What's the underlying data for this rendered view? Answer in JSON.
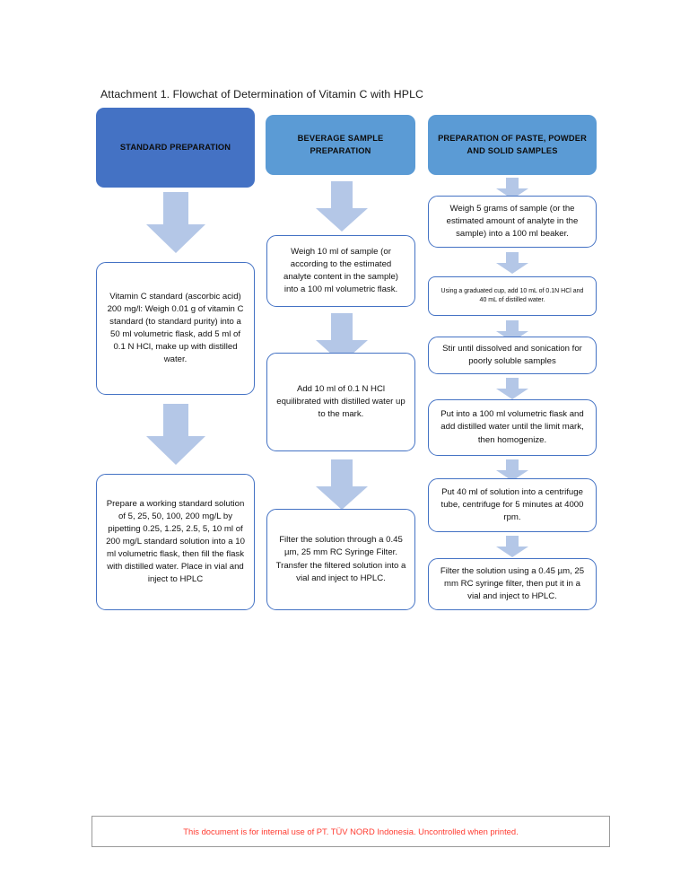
{
  "document": {
    "title": "Attachment 1. Flowchat of Determination of Vitamin C with HPLC",
    "footer_note": "This document is for internal use of PT. TÜV NORD Indonesia. Uncontrolled when printed."
  },
  "colors": {
    "header_primary": "#4472C4",
    "header_secondary": "#5B9BD5",
    "node_border": "#4472C4",
    "arrow_fill": "#B4C7E7",
    "footer_text": "#FF3B30",
    "footer_border": "#9A9A9A"
  },
  "chart_data": {
    "type": "diagram",
    "title": "Attachment 1. Flowchat of Determination of Vitamin C with HPLC",
    "layout": "three parallel vertical flowchart lanes with downward arrows",
    "lanes": [
      {
        "id": "lane-standard-preparation",
        "header": "STANDARD PREPARATION",
        "header_color": "#4472C4",
        "steps": [
          "Vitamin C standard (ascorbic acid) 200 mg/l: Weigh 0.01 g of vitamin C standard (to standard purity) into a 50 ml volumetric flask, add 5 ml of 0.1 N HCl, make up with distilled water.",
          "Prepare a working standard solution of 5, 25, 50, 100, 200 mg/L by pipetting 0.25, 1.25, 2.5, 5, 10 ml of 200 mg/L standard solution into a 10 ml volumetric flask, then fill the flask with distilled water. Place in vial and inject to HPLC"
        ]
      },
      {
        "id": "lane-beverage-sample-preparation",
        "header": "BEVERAGE SAMPLE PREPARATION",
        "header_color": "#5B9BD5",
        "steps": [
          "Weigh 10 ml of sample (or according to the estimated analyte content in the sample) into a 100 ml volumetric flask.",
          "Add 10 ml of 0.1 N HCl equilibrated with distilled water up to the mark.",
          "Filter the solution through a 0.45 µm, 25 mm RC Syringe Filter. Transfer the filtered solution into a vial and inject to HPLC."
        ]
      },
      {
        "id": "lane-paste-powder-solid-samples",
        "header": "PREPARATION OF PASTE, POWDER AND SOLID SAMPLES",
        "header_color": "#5B9BD5",
        "steps": [
          "Weigh 5 grams of sample (or the estimated amount of analyte in the sample) into a 100 ml beaker.",
          "Using a graduated cup, add 10 mL of 0.1N HCl and 40 mL of distilled water.",
          "Stir until dissolved and sonication for poorly soluble samples",
          "Put into a 100 ml volumetric flask and add distilled water until the limit mark, then homogenize.",
          "Put 40 ml of solution into a centrifuge tube, centrifuge for 5 minutes at 4000 rpm.",
          "Filter the solution using a 0.45 µm, 25 mm RC syringe filter, then put it in a vial and inject to HPLC."
        ]
      }
    ]
  }
}
